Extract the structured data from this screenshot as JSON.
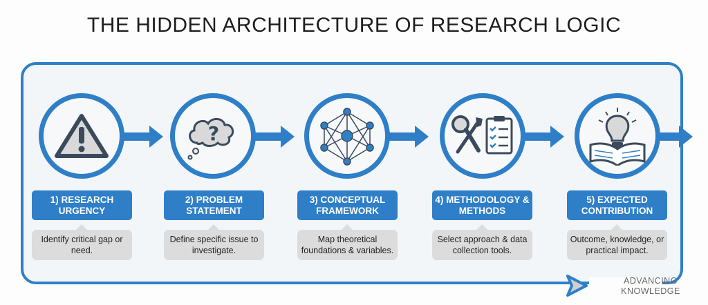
{
  "title": "THE HIDDEN ARCHITECTURE OF RESEARCH LOGIC",
  "steps": [
    {
      "label": "1) RESEARCH URGENCY",
      "desc": "Identify critical gap or need.",
      "icon": "warning-icon"
    },
    {
      "label": "2) PROBLEM STATEMENT",
      "desc": "Define specific issue to investigate.",
      "icon": "thought-question-icon"
    },
    {
      "label": "3) CONCEPTUAL FRAMEWORK",
      "desc": "Map theoretical foundations & variables.",
      "icon": "network-icon"
    },
    {
      "label": "4) METHODOLOGY & METHODS",
      "desc": "Select approach & data collection tools.",
      "icon": "tools-checklist-icon"
    },
    {
      "label": "5) EXPECTED CONTRIBUTION",
      "desc": "Outcome, knowledge, or practical impact.",
      "icon": "lightbulb-book-icon"
    }
  ],
  "footer": "ADVANCING KNOWLEDGE",
  "colors": {
    "accent": "#2f7fc8",
    "dark": "#3a4a5c",
    "desc_bg": "#dcdcdc"
  }
}
